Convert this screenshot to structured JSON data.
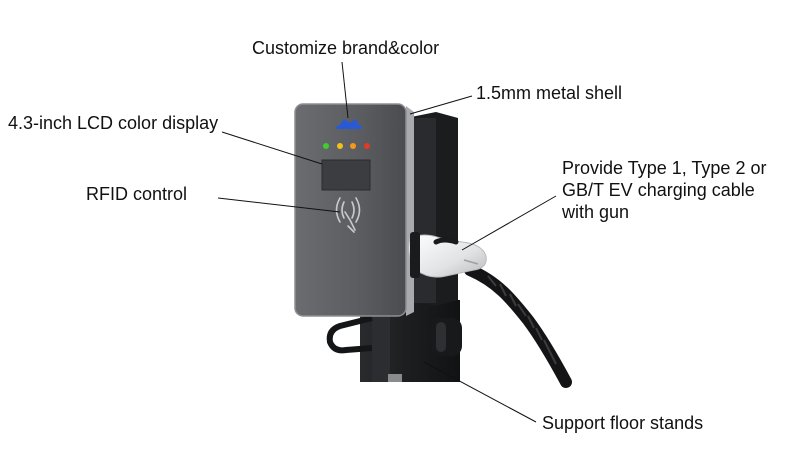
{
  "callouts": {
    "brand": "Customize brand&color",
    "shell": "1.5mm metal shell",
    "lcd": "4.3-inch LCD color display",
    "rfid": "RFID control",
    "cable": [
      "Provide Type 1, Type 2 or",
      "GB/T EV charging cable",
      "with gun"
    ],
    "stand": "Support floor stands"
  },
  "colors": {
    "panel": "#5e6063",
    "panel_edge": "#9a9ca0",
    "post": "#1f2022",
    "led_green": "#3ecf2a",
    "led_yellow": "#f2c21a",
    "led_orange": "#f29a1a",
    "led_red": "#e23a2a",
    "logo": "#2a59d6",
    "plug": "#e9e9ea"
  }
}
